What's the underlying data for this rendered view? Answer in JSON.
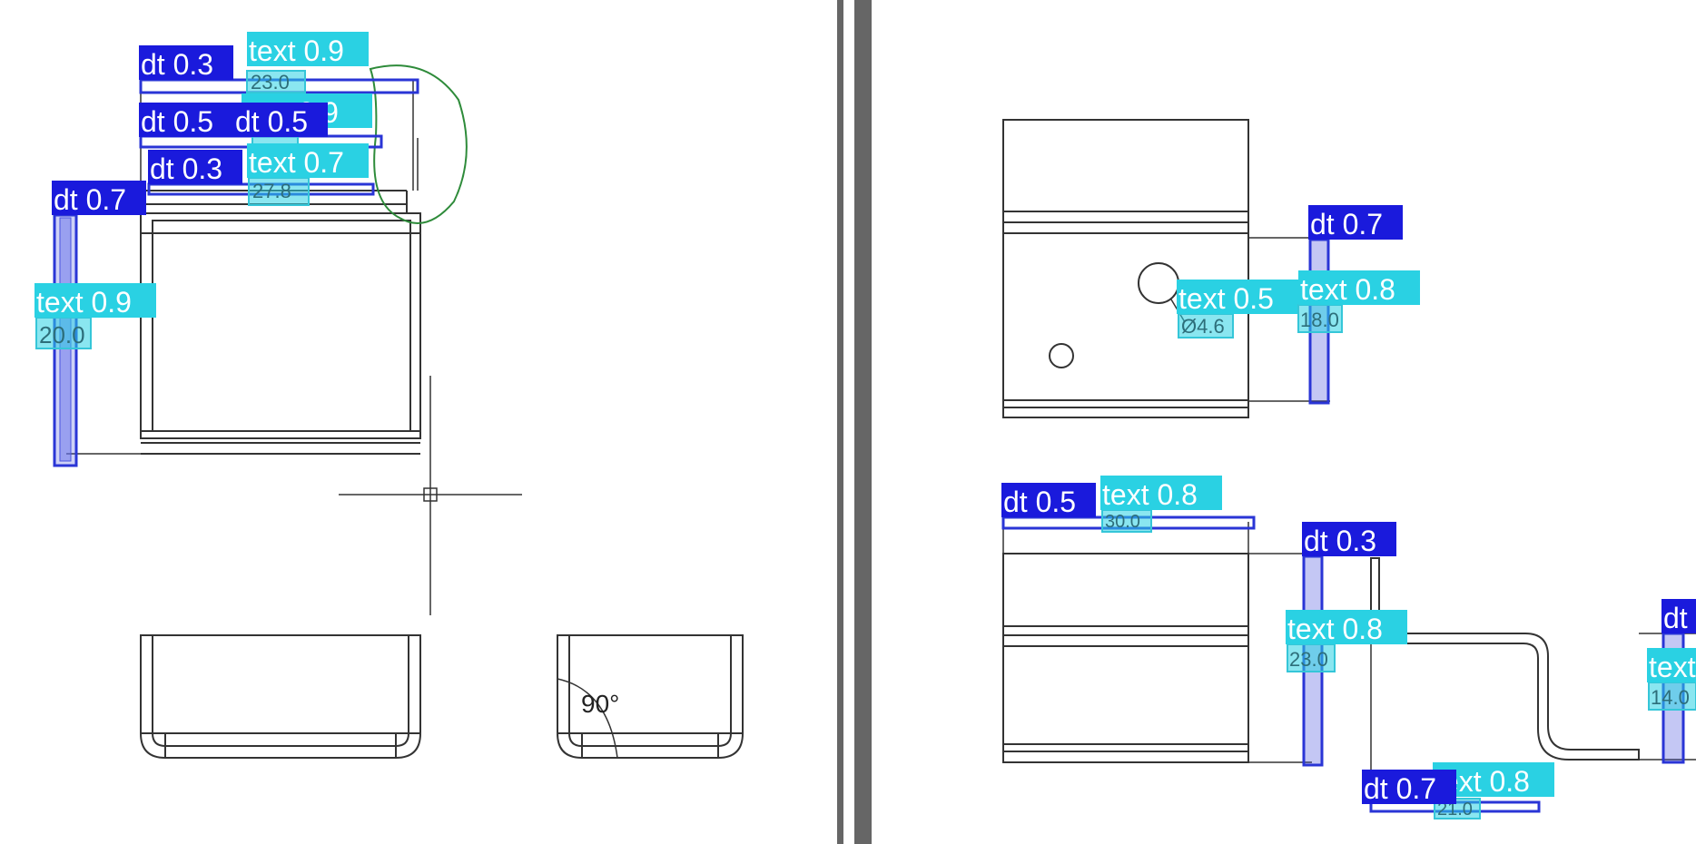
{
  "colors": {
    "dt_fill": "#1a1adc",
    "dt_box": "#2a35d6",
    "text_fill": "#2ad1e3",
    "text_box": "#35c6d8",
    "label_text": "#ffffff",
    "drawing_line": "#333333",
    "value_text": "#2d6e7a",
    "annotation_circle": "#2e8b3a",
    "divider": "#666666"
  },
  "angle_label": "90°",
  "left_sheet": {
    "detections": [
      {
        "label": "dt 0.3"
      },
      {
        "label": "text 0.9",
        "value": "23.0"
      },
      {
        "label": "text 0.9"
      },
      {
        "label": "dt 0.5"
      },
      {
        "label": "dt 0.5"
      },
      {
        "label": "dt 0.3"
      },
      {
        "label": "text 0.7",
        "value": "27.8"
      },
      {
        "label": "dt 0.7"
      },
      {
        "label": "text 0.9",
        "value": "20.0"
      }
    ]
  },
  "right_sheet": {
    "detections": [
      {
        "label": "dt 0.7"
      },
      {
        "label": "text 0.5",
        "value": "Ø4.6"
      },
      {
        "label": "text 0.8",
        "value": "18.0"
      },
      {
        "label": "dt 0.5"
      },
      {
        "label": "text 0.8",
        "value": "30.0"
      },
      {
        "label": "dt 0.3"
      },
      {
        "label": "text 0.8",
        "value": "23.0"
      },
      {
        "label": "dt 0.7"
      },
      {
        "label": "text 0.8",
        "value": "21.0"
      },
      {
        "label": "dt"
      },
      {
        "label": "text",
        "value": "14.0"
      }
    ]
  }
}
